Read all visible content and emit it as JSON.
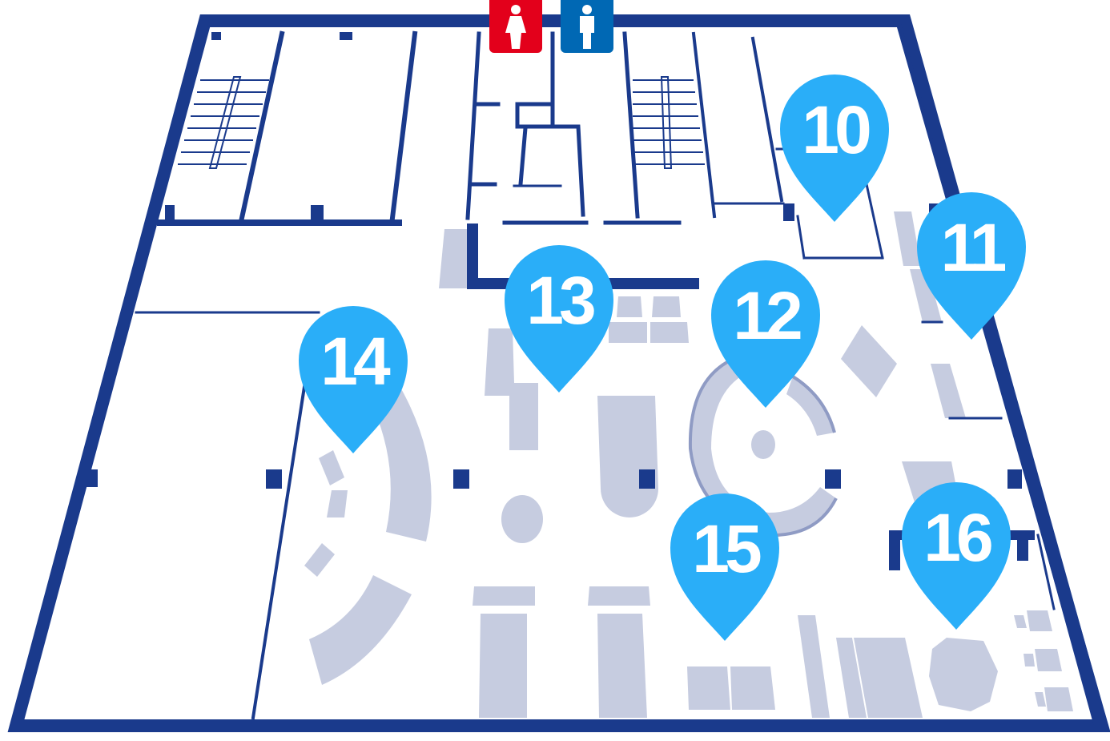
{
  "colors": {
    "walls": "#1a3a8c",
    "furniture": "#c6cce0",
    "pin": "#2aaef8",
    "restroom_women": "#e3001b",
    "restroom_men": "#0068b4"
  },
  "restrooms": [
    {
      "kind": "women",
      "icon": "woman-restroom-icon"
    },
    {
      "kind": "men",
      "icon": "man-restroom-icon"
    }
  ],
  "locations": [
    {
      "label": "10"
    },
    {
      "label": "11"
    },
    {
      "label": "12"
    },
    {
      "label": "13"
    },
    {
      "label": "14"
    },
    {
      "label": "15"
    },
    {
      "label": "16"
    }
  ]
}
